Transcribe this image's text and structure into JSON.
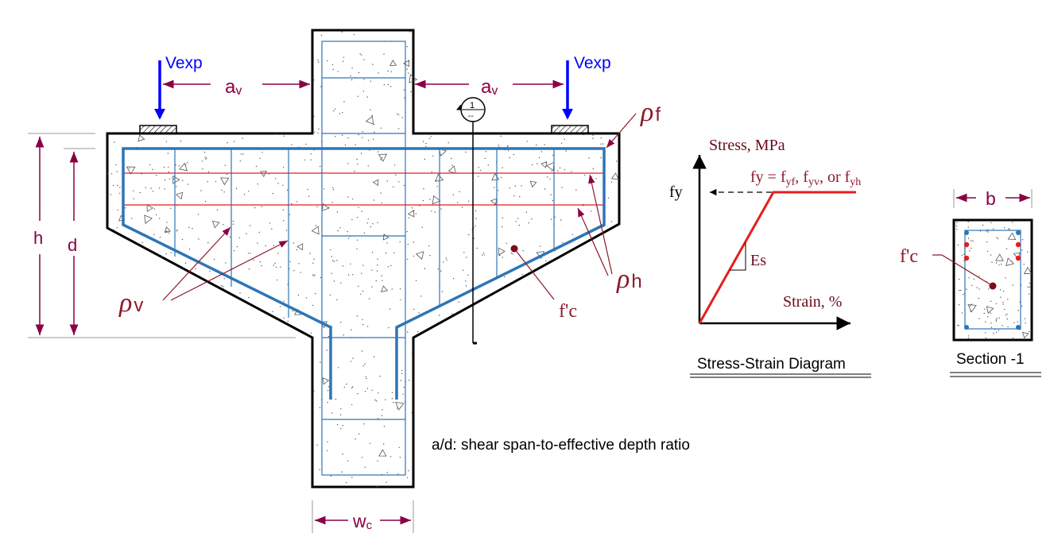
{
  "colors": {
    "outline": "#000000",
    "rebar": "#2e75b6",
    "stirrup": "#2e75b6",
    "red_line": "#e81c1c",
    "dimension": "#8a0046",
    "label_dark_red": "#8b1a2a",
    "load": "#0000ff",
    "dot": "#7b0a1a"
  },
  "beam": {
    "load_left": "Vexp",
    "load_right": "Vexp",
    "av_left": "a",
    "av_left_sub": "v",
    "av_right": "a",
    "av_right_sub": "v",
    "rho_f": "ρ",
    "rho_f_sub": "f",
    "rho_v": "ρ",
    "rho_v_sub": "v",
    "rho_h": "ρ",
    "rho_h_sub": "h",
    "fc": "f'c",
    "h": "h",
    "d": "d",
    "wc": "w",
    "wc_sub": "c",
    "section_marker_top": "1",
    "section_marker_bottom": "--",
    "note": "a/d: shear span-to-effective depth ratio"
  },
  "stress_strain": {
    "y_axis": "Stress, MPa",
    "x_axis": "Strain, %",
    "fy": "fy",
    "es": "Es",
    "fy_eq_prefix": "fy = f",
    "fy_eq_sub1": "yf",
    "fy_eq_sep1": ", f",
    "fy_eq_sub2": "yv",
    "fy_eq_sep2": ", or f",
    "fy_eq_sub3": "yh",
    "caption": "Stress-Strain Diagram"
  },
  "section": {
    "b": "b",
    "fc": "f'c",
    "caption": "Section -1"
  }
}
